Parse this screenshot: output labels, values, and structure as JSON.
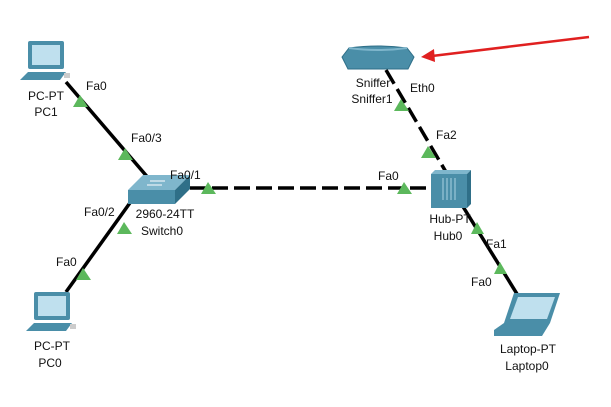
{
  "colors": {
    "device": "#4a8ea8",
    "link": "#000000",
    "port_up": "#5cb85c",
    "arrow": "#e02020"
  },
  "devices": {
    "pc1": {
      "model": "PC-PT",
      "name": "PC1",
      "icon": "pc-icon"
    },
    "pc0": {
      "model": "PC-PT",
      "name": "PC0",
      "icon": "pc-icon"
    },
    "switch0": {
      "model": "2960-24TT",
      "name": "Switch0",
      "icon": "switch-icon"
    },
    "hub0": {
      "model": "Hub-PT",
      "name": "Hub0",
      "icon": "hub-icon"
    },
    "sniffer1": {
      "model": "Sniffer",
      "name": "Sniffer1",
      "icon": "sniffer-icon"
    },
    "laptop0": {
      "model": "Laptop-PT",
      "name": "Laptop0",
      "icon": "laptop-icon"
    }
  },
  "ports": {
    "pc1_fa0": "Fa0",
    "sw_fa03": "Fa0/3",
    "sw_fa01": "Fa0/1",
    "sw_fa02": "Fa0/2",
    "pc0_fa0": "Fa0",
    "hub_fa0": "Fa0",
    "hub_fa2": "Fa2",
    "hub_fa1": "Fa1",
    "sniffer_eth0": "Eth0",
    "laptop_fa0": "Fa0"
  }
}
